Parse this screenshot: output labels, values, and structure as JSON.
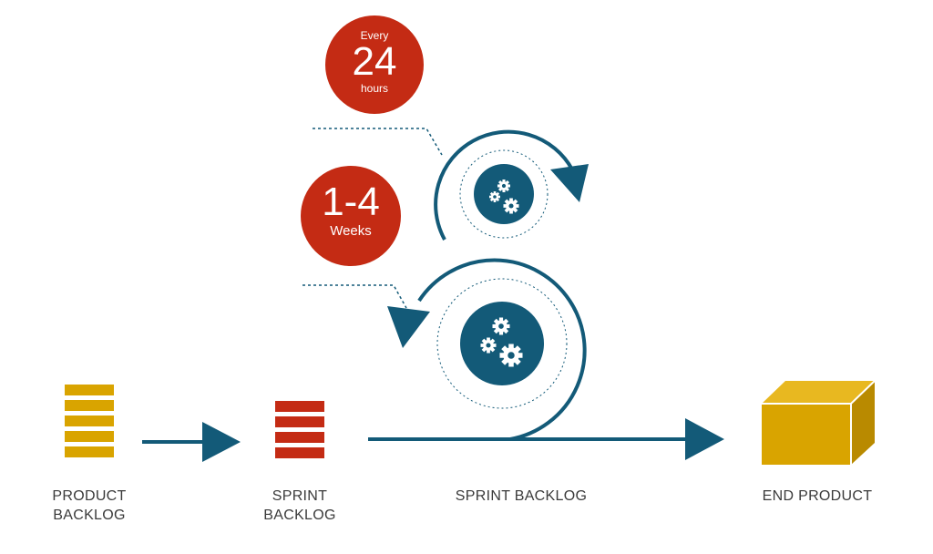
{
  "colors": {
    "teal": "#135a78",
    "red": "#c42b14",
    "gold": "#d9a400",
    "gold_dark": "#b98a00",
    "text": "#3a3a3a",
    "white": "#ffffff"
  },
  "badges": {
    "daily": {
      "top": "Every",
      "number": "24",
      "bottom": "hours"
    },
    "sprint": {
      "number": "1-4",
      "bottom": "Weeks"
    }
  },
  "labels": {
    "product_backlog": [
      "PRODUCT",
      "BACKLOG"
    ],
    "sprint_backlog_stack": [
      "SPRINT",
      "BACKLOG"
    ],
    "sprint_backlog_line": "SPRINT BACKLOG",
    "end_product": "END PRODUCT"
  },
  "icons": {
    "small_cycle": "gears-icon",
    "large_cycle": "gears-icon",
    "product_backlog": "stacked-bars-icon",
    "sprint_backlog": "stacked-bars-icon",
    "end_product": "box-icon"
  }
}
